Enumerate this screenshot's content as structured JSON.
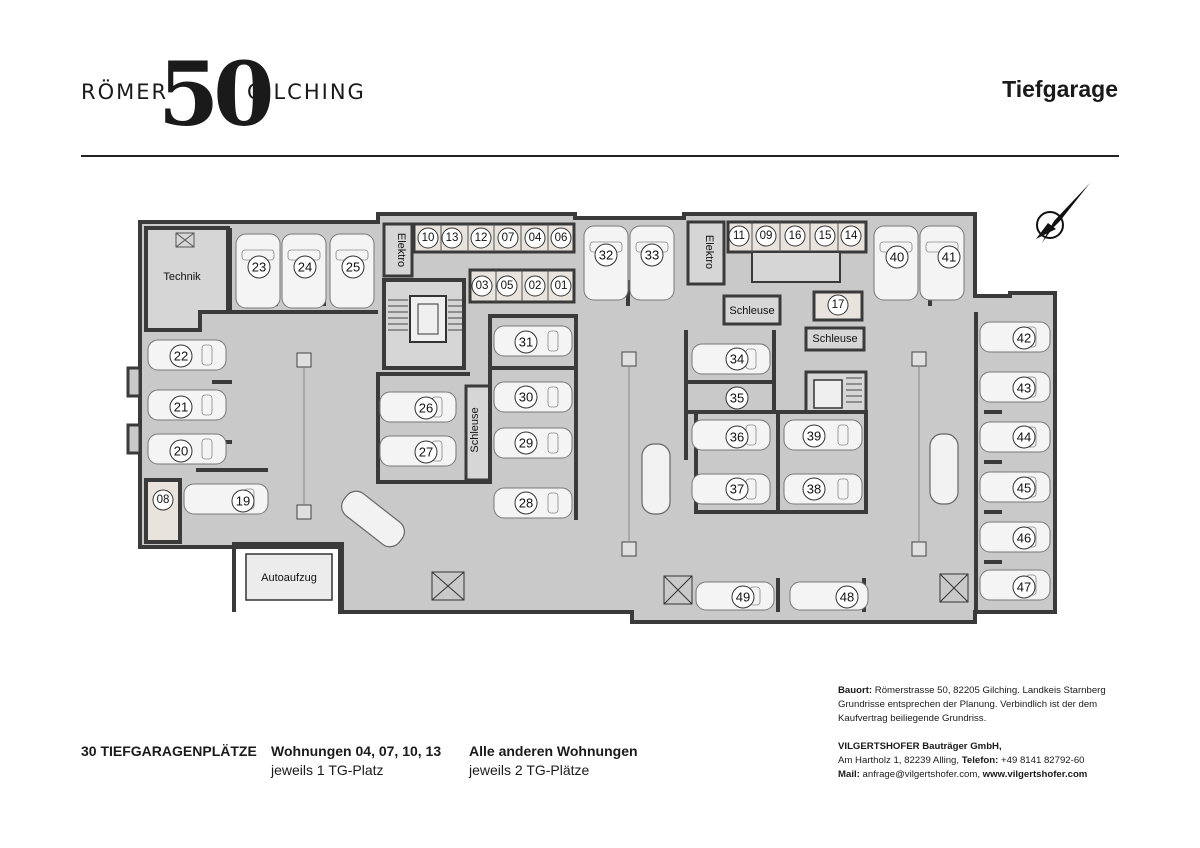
{
  "brand": {
    "left": "RÖMER",
    "number": "50",
    "right": "GILCHING"
  },
  "page_title": "Tiefgarage",
  "colors": {
    "floor": "#c9c9c9",
    "wall": "#3a3a3a",
    "room": "#d6d6d6",
    "storage": "#e8e3dc"
  },
  "plan": {
    "rooms": {
      "technik": "Technik",
      "elektro": "Elektro",
      "schleuse": "Schleuse",
      "autoaufzug": "Autoaufzug"
    },
    "storage_top_left": [
      "10",
      "13",
      "12",
      "07",
      "04",
      "06"
    ],
    "storage_mid_left": [
      "03",
      "05",
      "02",
      "01"
    ],
    "storage_top_right": [
      "11",
      "09",
      "16",
      "15",
      "14"
    ],
    "storage_single": [
      "17",
      "08"
    ],
    "parking": [
      "19",
      "20",
      "21",
      "22",
      "23",
      "24",
      "25",
      "26",
      "27",
      "28",
      "29",
      "30",
      "31",
      "32",
      "33",
      "34",
      "35",
      "36",
      "37",
      "38",
      "39",
      "40",
      "41",
      "42",
      "43",
      "44",
      "45",
      "46",
      "47",
      "48",
      "49"
    ]
  },
  "footer": {
    "count_label": "30 TIEFGARAGENPLÄTZE",
    "group1_title": "Wohnungen 04, 07, 10, 13",
    "group1_sub": "jeweils 1 TG-Platz",
    "group2_title": "Alle anderen Wohnungen",
    "group2_sub": "jeweils 2 TG-Plätze"
  },
  "info": {
    "bauort_label": "Bauort:",
    "bauort_text": "Römerstrasse 50, 82205 Gilching. Landkeis Starnberg",
    "line2": "Grundrisse entsprechen der Planung. Verbindlich ist der dem",
    "line3": "Kaufvertrag beiliegende Grundriss.",
    "company": "VILGERTSHOFER Bauträger GmbH,",
    "address": "Am Hartholz 1, 82239 Alling,",
    "phone_label": "Telefon:",
    "phone": "+49 8141 82792-60",
    "mail_label": "Mail:",
    "mail": "anfrage@vilgertshofer.com,",
    "web": "www.vilgertshofer.com"
  }
}
